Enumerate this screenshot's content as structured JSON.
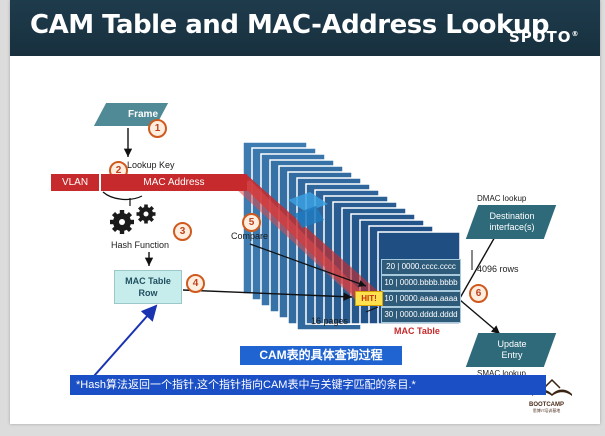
{
  "header": {
    "title": "CAM Table and MAC-Address Lookup",
    "logo": "SPOTO",
    "logo_mark": "®"
  },
  "diagram": {
    "frame": "Frame",
    "lookup_key": "Lookup Key",
    "vlan": "VLAN",
    "mac_address": "MAC Address",
    "hash_function": "Hash Function",
    "mac_table_row_line1": "MAC Table",
    "mac_table_row_line2": "Row",
    "compare": "Compare",
    "pages": "16 pages",
    "rows": "4096 rows",
    "mac_table": "MAC Table",
    "hit": "HIT!",
    "step_numbers": [
      "1",
      "2",
      "3",
      "4",
      "5",
      "6"
    ],
    "table_rows": [
      "20 | 0000.cccc.cccc",
      "10 | 0000.bbbb.bbbb",
      "10 | 0000.aaaa.aaaa",
      "30 | 0000.dddd.dddd"
    ],
    "dmac_lookup": "DMAC lookup",
    "destination_line1": "Destination",
    "destination_line2": "interface(s)",
    "update_line1": "Update",
    "update_line2": "Entry",
    "smac_lookup": "SMAC lookup"
  },
  "captions": {
    "chinese_title": "CAM表的具体查询过程",
    "note": "*Hash算法返回一个指针,这个指针指向CAM表中与关键字匹配的条目.*"
  },
  "footer": {
    "brand": "BOOTCAMP",
    "brand_sub": "思博IT培训基地"
  },
  "colors": {
    "header_bg": "#1e3b4c",
    "accent_red": "#c62a2c",
    "teal": "#4f8a96",
    "table_blue": "#3b78a8",
    "caption_blue": "#1f64d0"
  }
}
